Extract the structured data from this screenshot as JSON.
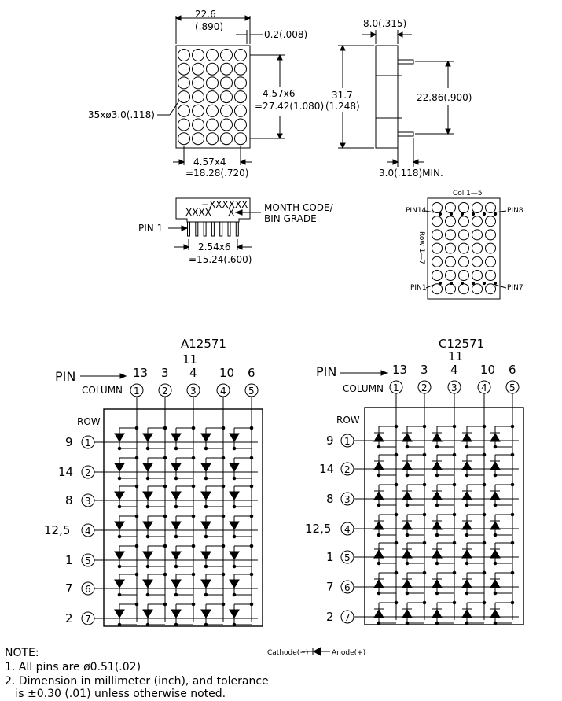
{
  "dims": {
    "width_top": "22.6",
    "width_top_in": "(.890)",
    "gap": "0.2(.008)",
    "dots": "35xø3.0(.118)",
    "pitch_v1": "4.57x6",
    "pitch_v2": "=27.42(1.080)",
    "pitch_h1": "4.57x4",
    "pitch_h2": "=18.28(.720)",
    "depth": "8.0(.315)",
    "height1": "31.7",
    "height2": "(1.248)",
    "pin_span": "22.86(.900)",
    "pin_len": "3.0(.118)MIN.",
    "code_top": "−XXXXXX",
    "code_left": "XXXX",
    "code_right": "X",
    "month_code1": "MONTH CODE/",
    "month_code2": "BIN GRADE",
    "pin1": "PIN 1",
    "pin_pitch1": "2.54x6",
    "pin_pitch2": "=15.24(.600)"
  },
  "pinout": {
    "col": "Col 1—5",
    "row": "Row 1—7",
    "pin14": "PIN14",
    "pin8": "PIN8",
    "pin1": "PIN1",
    "pin7": "PIN7"
  },
  "schematics": [
    {
      "title": "A12571",
      "pin_label": "PIN",
      "column_label": "COLUMN",
      "row_label": "ROW",
      "column_pins": [
        "13",
        "3",
        "4",
        "10",
        "6"
      ],
      "column_pin_extra": "11",
      "columns": [
        "1",
        "2",
        "3",
        "4",
        "5"
      ],
      "row_pins": [
        "9",
        "14",
        "8",
        "12,5",
        "1",
        "7",
        "2"
      ],
      "rows": [
        "1",
        "2",
        "3",
        "4",
        "5",
        "6",
        "7"
      ],
      "diode_direction": "down"
    },
    {
      "title": "C12571",
      "pin_label": "PIN",
      "column_label": "COLUMN",
      "row_label": "ROW",
      "column_pins": [
        "13",
        "3",
        "4",
        "10",
        "6"
      ],
      "column_pin_extra": "11",
      "columns": [
        "1",
        "2",
        "3",
        "4",
        "5"
      ],
      "row_pins": [
        "9",
        "14",
        "8",
        "12,5",
        "1",
        "7",
        "2"
      ],
      "rows": [
        "1",
        "2",
        "3",
        "4",
        "5",
        "6",
        "7"
      ],
      "diode_direction": "up"
    }
  ],
  "legend": {
    "cathode": "Cathode(−)",
    "anode": "Anode(+)"
  },
  "notes": {
    "title": "NOTE:",
    "line1": "1. All pins are ø0.51(.02)",
    "line2": "2. Dimension in millimeter (inch), and tolerance",
    "line3": "   is ±0.30 (.01) unless otherwise noted."
  }
}
